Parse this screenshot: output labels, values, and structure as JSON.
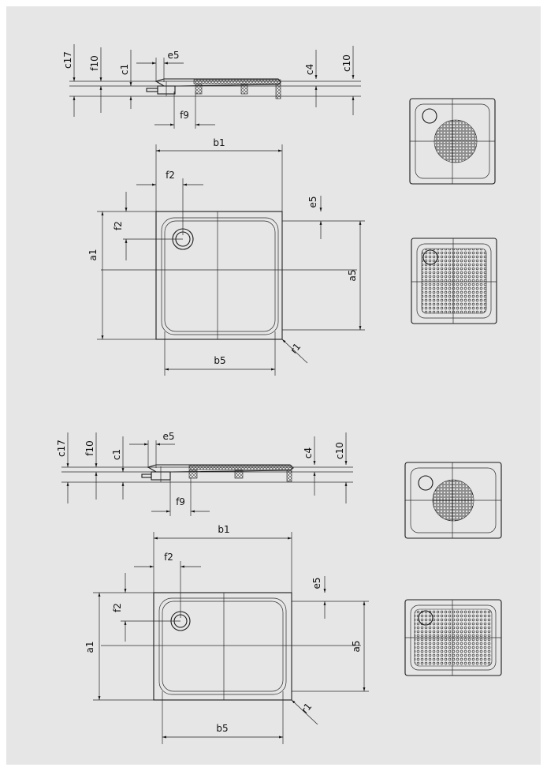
{
  "labels": {
    "c17": "c17",
    "f10": "f10",
    "c1": "c1",
    "e5": "e5",
    "c4": "c4",
    "c10": "c10",
    "f9": "f9",
    "b1": "b1",
    "f2": "f2",
    "a1": "a1",
    "a5": "a5",
    "b5": "b5",
    "r1": "r1"
  },
  "colors": {
    "background": "#e6e6e6",
    "line": "#1a1a1a"
  }
}
